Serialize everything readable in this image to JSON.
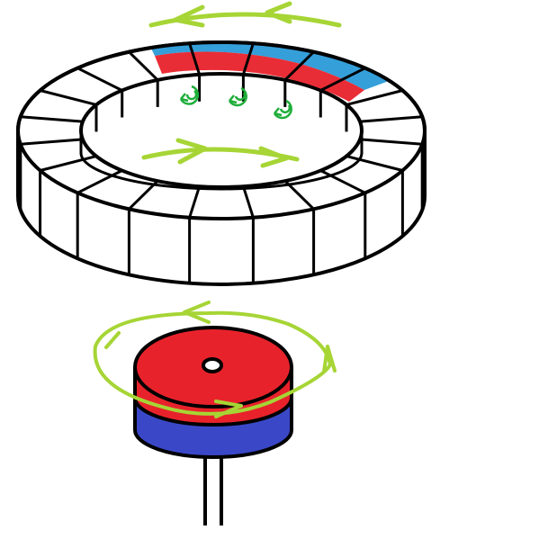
{
  "colors": {
    "background": "#ffffff",
    "outline": "#000000",
    "arrow": "#a6d535",
    "spin_arrow": "#1fae3a",
    "north": "#e8222b",
    "south": "#3a48c8",
    "field_blue": "#2a9ad8",
    "field_red": "#e8222b"
  },
  "toroid": {
    "segment_count": 20,
    "highlighted_segments": 4
  },
  "magnet": {
    "top_pole_color": "north",
    "bottom_pole_color": "south",
    "lead_wires": 2
  },
  "icons": [
    "toroid-icon",
    "circulation-arrow-icon",
    "spin-arrow-icon",
    "bar-magnet-icon"
  ]
}
